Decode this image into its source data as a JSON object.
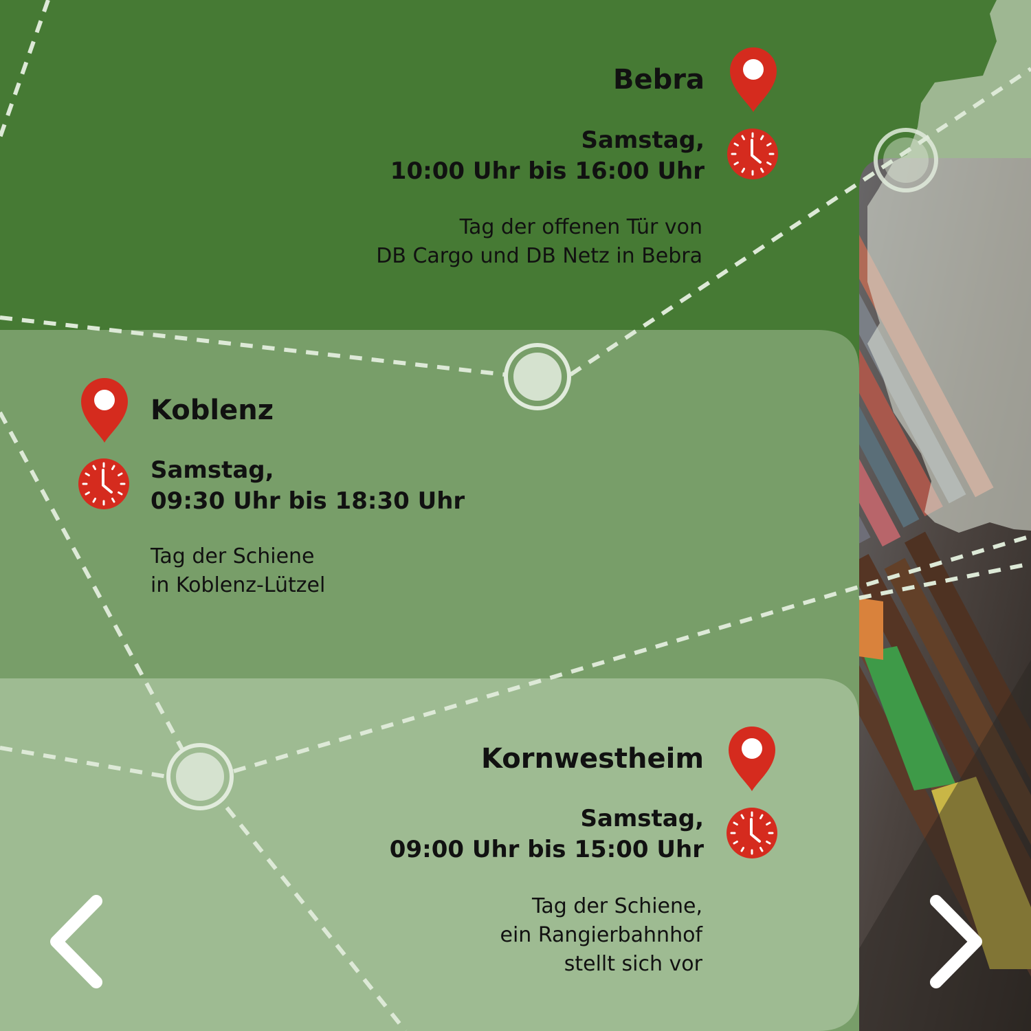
{
  "events": [
    {
      "city": "Bebra",
      "when": [
        "Samstag,",
        "10:00 Uhr bis 16:00 Uhr"
      ],
      "description": [
        "Tag der offenen Tür von",
        "DB Cargo und DB Netz in Bebra"
      ]
    },
    {
      "city": "Koblenz",
      "when": [
        "Samstag,",
        "09:30 Uhr bis 18:30 Uhr"
      ],
      "description": [
        "Tag der Schiene",
        "in Koblenz-Lützel"
      ]
    },
    {
      "city": "Kornwestheim",
      "when": [
        "Samstag,",
        "09:00 Uhr bis 15:00 Uhr"
      ],
      "description": [
        "Tag der Schiene,",
        "ein Rangierbahnhof",
        "stellt sich vor"
      ]
    }
  ],
  "icons": {
    "location": "map-pin-icon",
    "time": "clock-icon",
    "previous": "chevron-left-icon",
    "next": "chevron-right-icon"
  },
  "colors": {
    "dark_green": "#467a34",
    "mid_green": "#789e69",
    "light_green": "#9ebb92",
    "accent_red": "#d52b1e"
  }
}
